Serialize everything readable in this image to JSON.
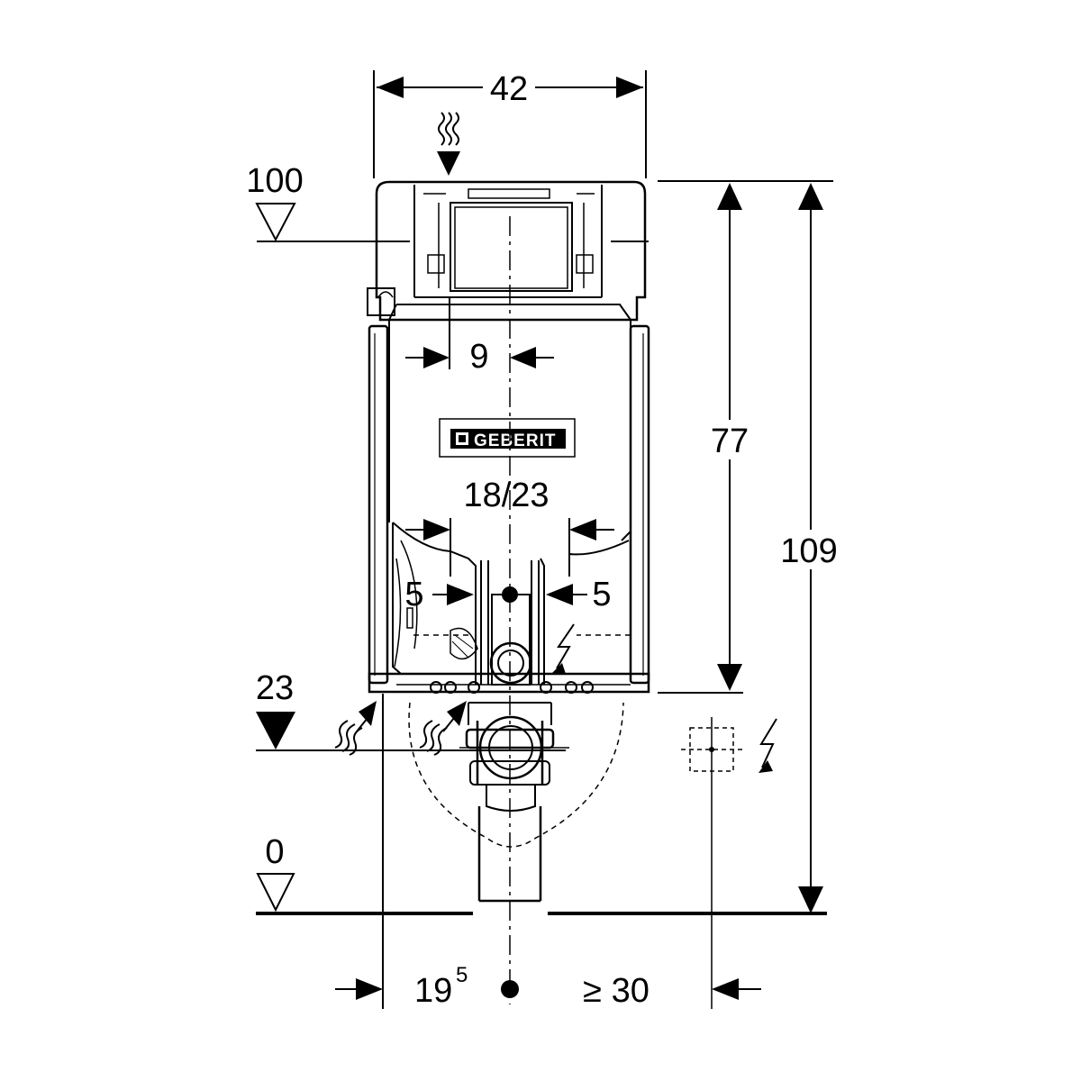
{
  "dimensions": {
    "width_top": "42",
    "flush_offset": "9",
    "pan_spacing": "18/23",
    "left_gap": "5",
    "right_gap": "5",
    "frame_height": "77",
    "total_height": "109",
    "level_top": "100",
    "level_supply": "23",
    "level_floor": "0",
    "wall_offset_base": "19",
    "wall_offset_exp": "5",
    "side_clearance": "≥ 30"
  },
  "brand": {
    "logo_text": "GEBERIT"
  }
}
